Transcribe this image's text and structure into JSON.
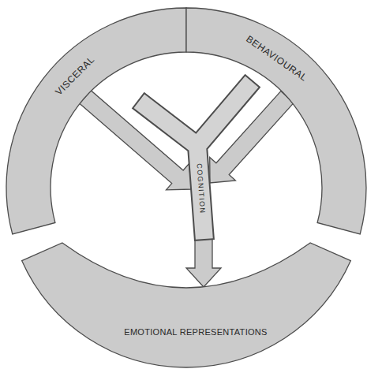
{
  "diagram": {
    "nodes": [
      {
        "text": [
          "VISCERAL"
        ]
      },
      {
        "text": [
          "BEHAVIOURAL"
        ]
      },
      {
        "text": [
          "COGNITION"
        ]
      },
      {
        "text": [
          "EMOTIONAL REPRESENTATIONS"
        ]
      }
    ],
    "edges": [
      {
        "from": 0,
        "to": 2,
        "arrow": "to"
      },
      {
        "from": 1,
        "to": 2,
        "arrow": "to"
      },
      {
        "from": 2,
        "to": 3,
        "arrow": "to"
      }
    ]
  }
}
